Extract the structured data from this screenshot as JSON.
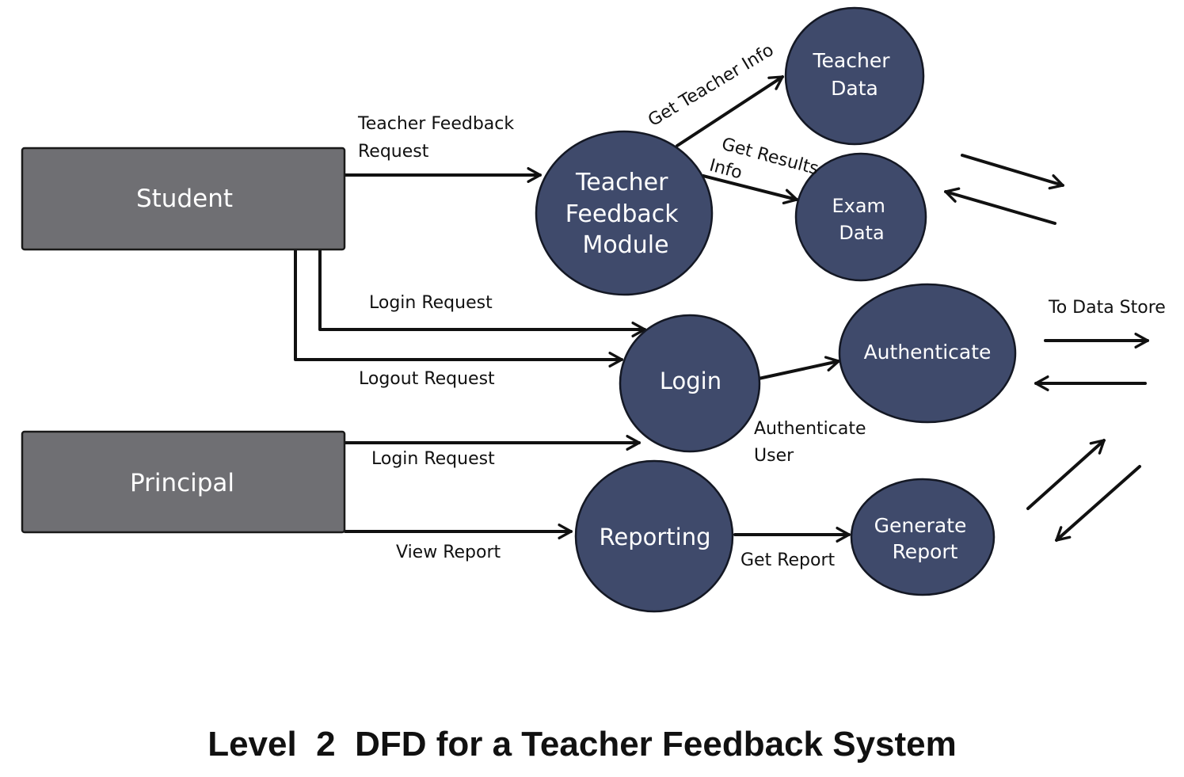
{
  "title": "Level  2  DFD for a Teacher Feedback System",
  "entities": {
    "student": "Student",
    "principal": "Principal"
  },
  "processes": {
    "teacher_feedback_module": [
      "Teacher",
      "Feedback",
      "Module"
    ],
    "teacher_data": [
      "Teacher",
      "Data"
    ],
    "exam_data": [
      "Exam",
      "Data"
    ],
    "login": [
      "Login"
    ],
    "authenticate": [
      "Authenticate"
    ],
    "reporting": [
      "Reporting"
    ],
    "generate_report": [
      "Generate",
      "Report"
    ]
  },
  "flows": {
    "teacher_feedback_request": [
      "Teacher  Feedback",
      "Request"
    ],
    "get_teacher_info": "Get Teacher Info",
    "get_results_info": [
      "Get Results",
      "Info"
    ],
    "student_login_request": "Login Request",
    "logout_request": "Logout Request",
    "authenticate_user": [
      "Authenticate",
      "User"
    ],
    "to_data_store": "To Data Store",
    "principal_login_request": "Login Request",
    "view_report": "View Report",
    "get_report": "Get Report"
  },
  "colors": {
    "entity_fill": "#6f6f73",
    "process_fill": "#3f4a6b",
    "line": "#111111"
  }
}
